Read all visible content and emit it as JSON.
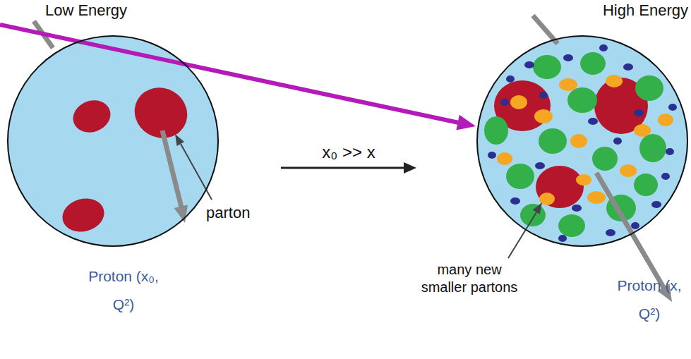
{
  "diagram": {
    "nodes": [
      {
        "text": [
          "Low Energy",
          "Proton (x₀, Q²)"
        ]
      },
      {
        "text": [
          "High Energy",
          "Proton (x, Q²)"
        ]
      }
    ],
    "edges": [
      {
        "from": 0,
        "to": 1,
        "arrow": "to",
        "label": "x₀ >> x"
      }
    ],
    "labels": [
      "parton",
      "many new smaller partons"
    ]
  }
}
